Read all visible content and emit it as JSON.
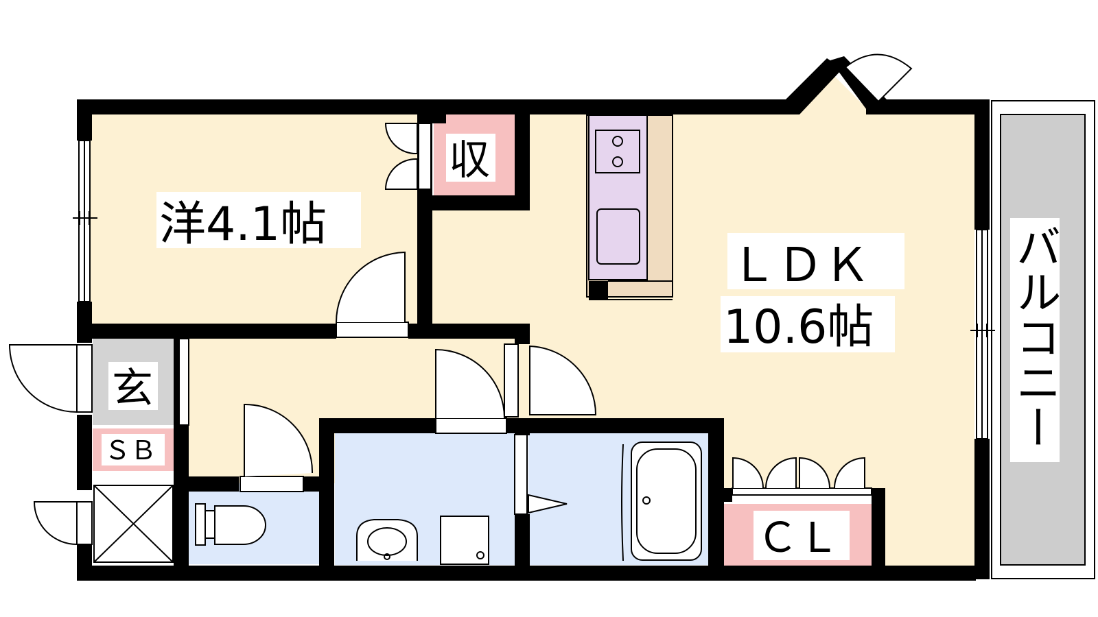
{
  "rooms": {
    "western_room": "洋4.1帖",
    "storage": "収",
    "ldk": "ＬＤＫ",
    "ldk_size": "10.6帖",
    "balcony": "バルコニー",
    "entrance": "玄",
    "shoe_box": "ＳＢ",
    "closet": "ＣＬ"
  },
  "colors": {
    "room_floor": "#fdf1d3",
    "wet_area": "#dde9fb",
    "storage": "#f7c0c0",
    "entrance": "#d3d3d3",
    "balcony": "#cdcdcd",
    "kitchen": "#e6d5ee",
    "counter": "#f0dcc0",
    "wall": "#000000"
  }
}
